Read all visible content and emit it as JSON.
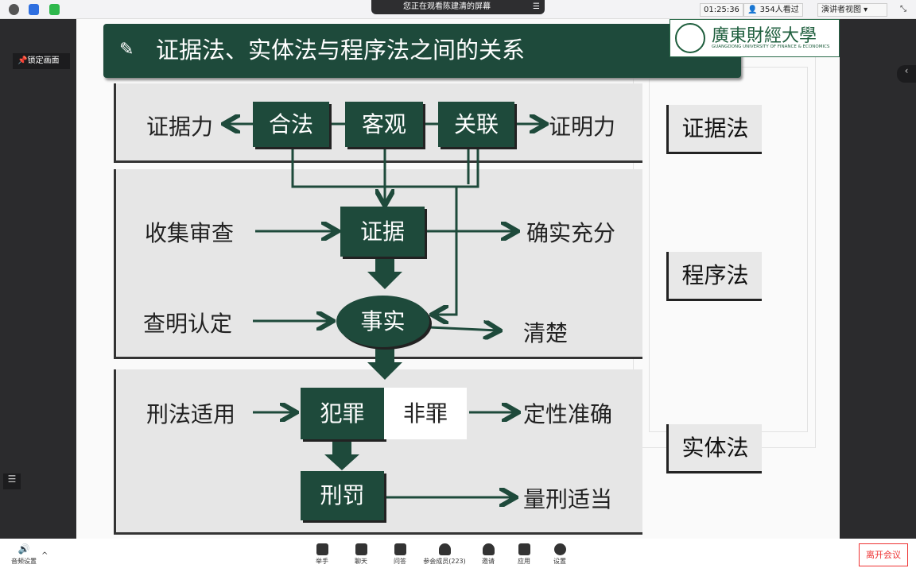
{
  "topbar": {
    "viewing_banner": "您正在观看陈建清的屏幕",
    "timer": "01:25:36",
    "viewers": "354人看过",
    "view_mode": "演讲者视图"
  },
  "left_panel": {
    "lock_label": "锁定画面"
  },
  "slide": {
    "title": "证据法、实体法与程序法之间的关系",
    "logo": {
      "name": "廣東財經大學",
      "english": "GUANGDONG UNIVERSITY OF FINANCE & ECONOMICS"
    },
    "row1": {
      "left": "证据力",
      "boxes": [
        "合法",
        "客观",
        "关联"
      ],
      "right": "证明力",
      "side": "证据法"
    },
    "row2": {
      "collect": "收集审查",
      "evidence": "证据",
      "sufficient": "确实充分",
      "ascertain": "查明认定",
      "fact": "事实",
      "clear": "清楚",
      "side": "程序法"
    },
    "row3": {
      "apply": "刑法适用",
      "crime": "犯罪",
      "not_crime": "非罪",
      "qualify": "定性准确",
      "punish": "刑罚",
      "sentence": "量刑适当",
      "side": "实体法"
    }
  },
  "bottombar": {
    "audio": "音频设置",
    "items": [
      "举手",
      "聊天",
      "问答",
      "参会成员(223)",
      "邀请",
      "应用",
      "设置"
    ],
    "leave": "离开会议"
  },
  "colors": {
    "green": "#1e4a3b",
    "leave": "#e33333"
  }
}
